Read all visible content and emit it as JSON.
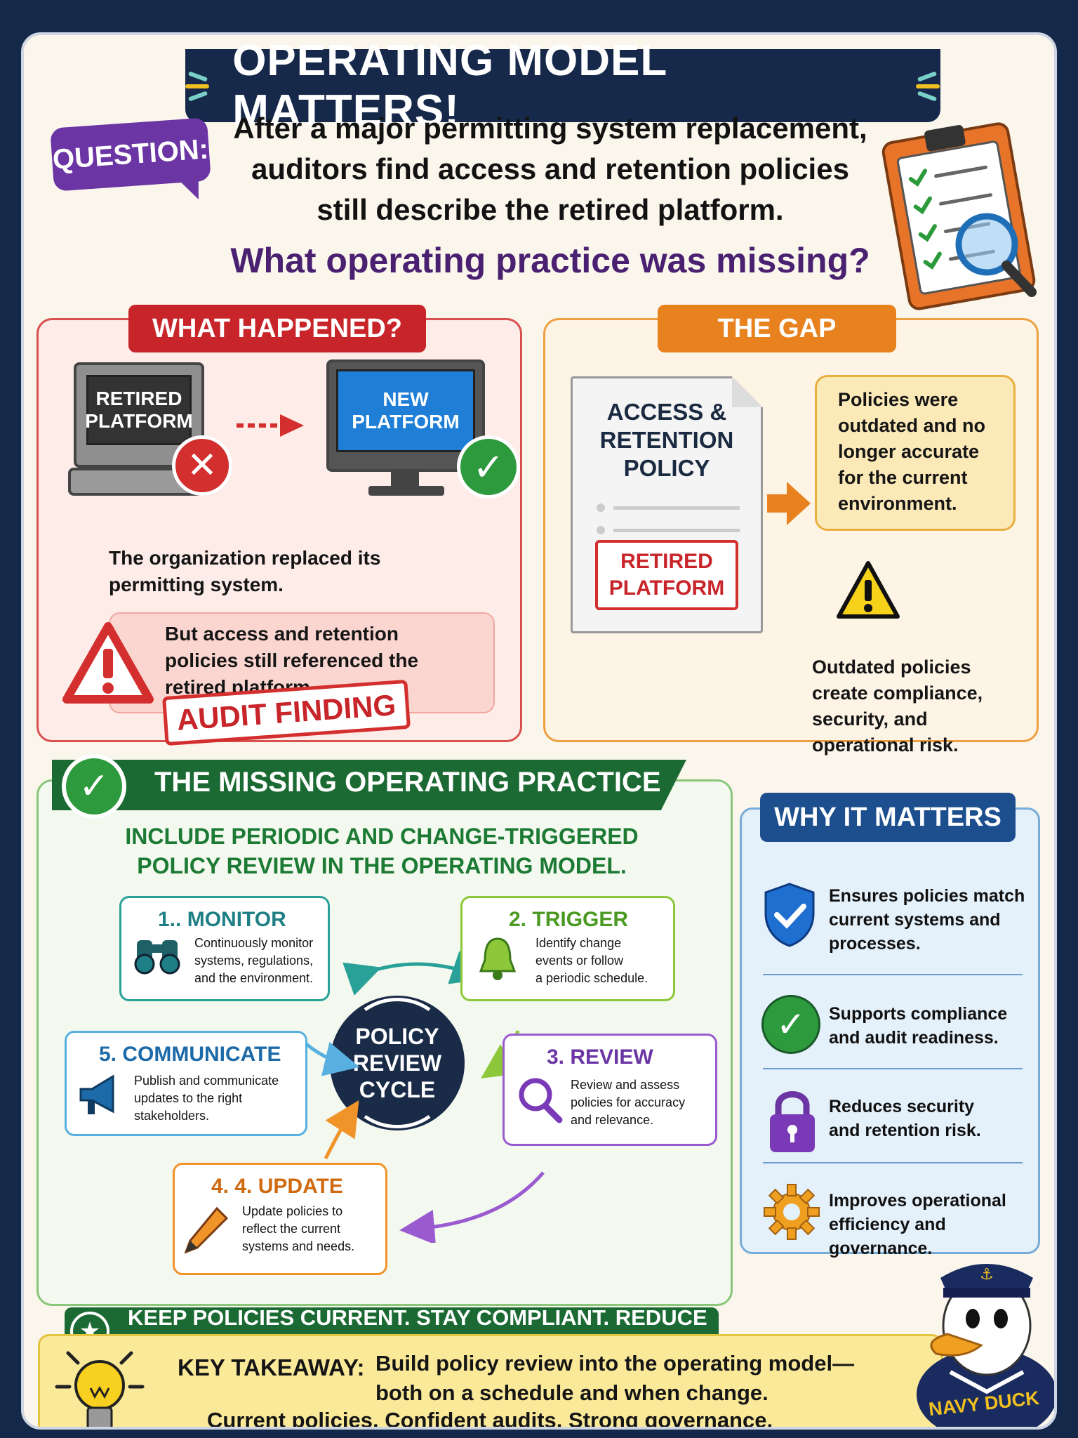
{
  "title": "OPERATING MODEL MATTERS!",
  "question": {
    "label": "QUESTION:",
    "line1": "After a major permitting system replacement,",
    "line2": "auditors find access and retention policies",
    "line3": "still describe the retired platform.",
    "prompt": "What operating practice was missing?"
  },
  "what_happened": {
    "heading": "WHAT HAPPENED?",
    "retired_screen_1": "RETIRED",
    "retired_screen_2": "PLATFORM",
    "new_screen_1": "NEW",
    "new_screen_2": "PLATFORM",
    "text1_a": "The organization replaced its",
    "text1_b": "permitting system.",
    "text2_a": "But access and retention",
    "text2_b": "policies still referenced the",
    "text2_c": "retired platform.",
    "stamp": "AUDIT FINDING"
  },
  "the_gap": {
    "heading": "THE GAP",
    "doc_1": "ACCESS &",
    "doc_2": "RETENTION",
    "doc_3": "POLICY",
    "doc_stamp_1": "RETIRED",
    "doc_stamp_2": "PLATFORM",
    "note_1": "Policies were",
    "note_2": "outdated and no",
    "note_3": "longer accurate",
    "note_4": "for the current",
    "note_5": "environment.",
    "risk_1": "Outdated policies",
    "risk_2": "create compliance,",
    "risk_3": "security, and",
    "risk_4": "operational risk."
  },
  "missing_practice": {
    "heading": "THE MISSING OPERATING PRACTICE",
    "sub_1": "INCLUDE PERIODIC AND CHANGE-TRIGGERED",
    "sub_2": "POLICY REVIEW IN THE OPERATING MODEL.",
    "center_1": "POLICY",
    "center_2": "REVIEW",
    "center_3": "CYCLE",
    "steps": [
      {
        "num": "1..",
        "title": "MONITOR",
        "l1": "Continuously monitor",
        "l2": "systems, regulations,",
        "l3": "and the environment."
      },
      {
        "num": "2.",
        "title": "TRIGGER",
        "l1": "Identify change",
        "l2": "events or follow",
        "l3": "a periodic schedule."
      },
      {
        "num": "3.",
        "title": "REVIEW",
        "l1": "Review and assess",
        "l2": "policies for accuracy",
        "l3": "and relevance."
      },
      {
        "num": "4.",
        "title": "4. UPDATE",
        "l1": "Update policies to",
        "l2": "reflect the current",
        "l3": "systems and needs."
      },
      {
        "num": "5.",
        "title": "COMMUNICATE",
        "l1": "Publish and communicate",
        "l2": "updates to the right",
        "l3": "stakeholders."
      }
    ],
    "ribbon": "KEEP POLICIES CURRENT. STAY COMPLIANT. REDUCE RISK."
  },
  "why_it_matters": {
    "heading": "WHY IT MATTERS",
    "items": [
      {
        "icon": "shield-check-icon",
        "l1": "Ensures policies match",
        "l2": "current systems and",
        "l3": "processes."
      },
      {
        "icon": "check-circle-icon",
        "l1": "Supports compliance",
        "l2": "and audit readiness.",
        "l3": ""
      },
      {
        "icon": "lock-icon",
        "l1": "Reduces security",
        "l2": "and retention risk.",
        "l3": ""
      },
      {
        "icon": "gear-icon",
        "l1": "Improves operational",
        "l2": "efficiency and",
        "l3": "governance."
      }
    ]
  },
  "takeaway": {
    "label": "KEY TAKEAWAY:",
    "line1": "Build policy review into the operating model—",
    "line2": "both on a schedule and when change.",
    "line3": "Current policies. Confident audits. Strong governance."
  },
  "mascot": "NAVY DUCK",
  "colors": {
    "navy": "#17294a",
    "red": "#c8252b",
    "orange": "#e8821e",
    "green": "#1c6a33",
    "blue": "#1d4f8f",
    "purple": "#6b35a4"
  }
}
